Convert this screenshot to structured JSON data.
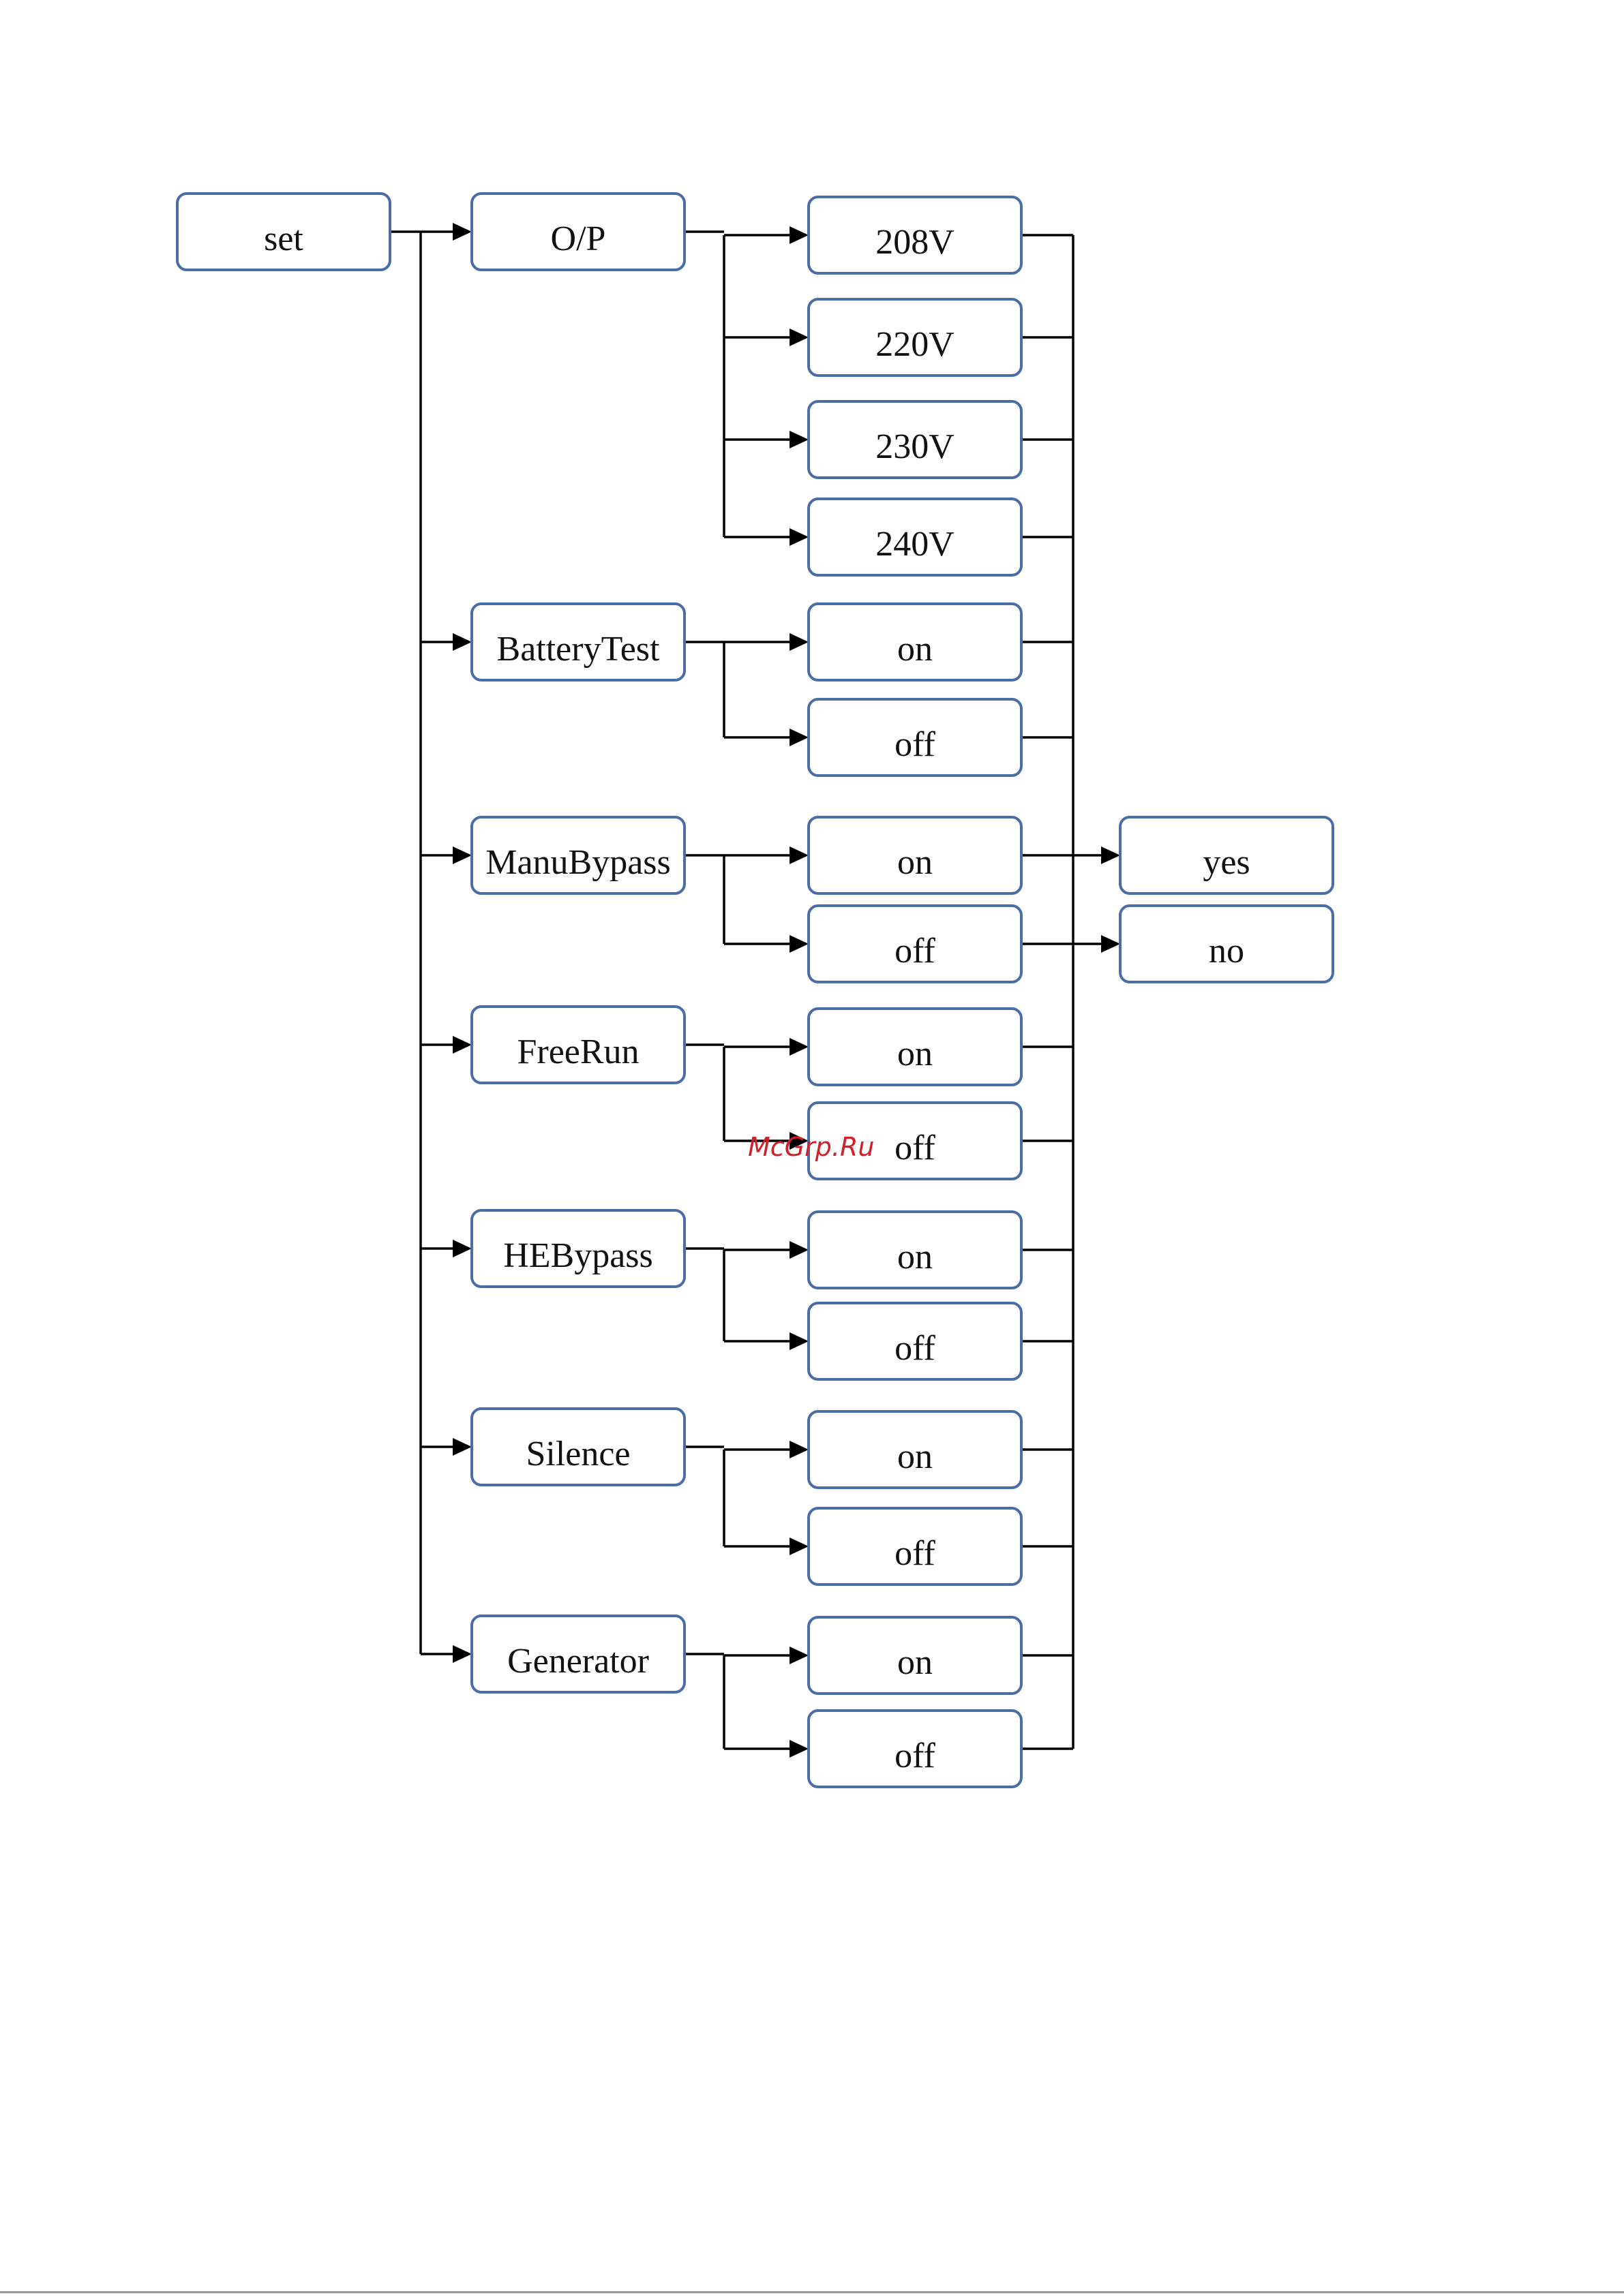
{
  "root": {
    "id": "set",
    "label": "set"
  },
  "settings": [
    {
      "id": "op",
      "label": "O/P",
      "options": [
        {
          "id": "op-208v",
          "label": "208V"
        },
        {
          "id": "op-220v",
          "label": "220V"
        },
        {
          "id": "op-230v",
          "label": "230V"
        },
        {
          "id": "op-240v",
          "label": "240V"
        }
      ]
    },
    {
      "id": "batterytest",
      "label": "BatteryTest",
      "options": [
        {
          "id": "batterytest-on",
          "label": "on"
        },
        {
          "id": "batterytest-off",
          "label": "off"
        }
      ]
    },
    {
      "id": "manubypass",
      "label": "ManuBypass",
      "options": [
        {
          "id": "manubypass-on",
          "label": "on",
          "confirm": {
            "id": "confirm-yes",
            "label": "yes"
          }
        },
        {
          "id": "manubypass-off",
          "label": "off",
          "confirm": {
            "id": "confirm-no",
            "label": "no"
          }
        }
      ]
    },
    {
      "id": "freerun",
      "label": "FreeRun",
      "options": [
        {
          "id": "freerun-on",
          "label": "on"
        },
        {
          "id": "freerun-off",
          "label": "off"
        }
      ]
    },
    {
      "id": "hebypass",
      "label": "HEBypass",
      "options": [
        {
          "id": "hebypass-on",
          "label": "on"
        },
        {
          "id": "hebypass-off",
          "label": "off"
        }
      ]
    },
    {
      "id": "silence",
      "label": "Silence",
      "options": [
        {
          "id": "silence-on",
          "label": "on"
        },
        {
          "id": "silence-off",
          "label": "off"
        }
      ]
    },
    {
      "id": "generator",
      "label": "Generator",
      "options": [
        {
          "id": "generator-on",
          "label": "on"
        },
        {
          "id": "generator-off",
          "label": "off"
        }
      ]
    }
  ],
  "watermark": "McGrp.Ru"
}
